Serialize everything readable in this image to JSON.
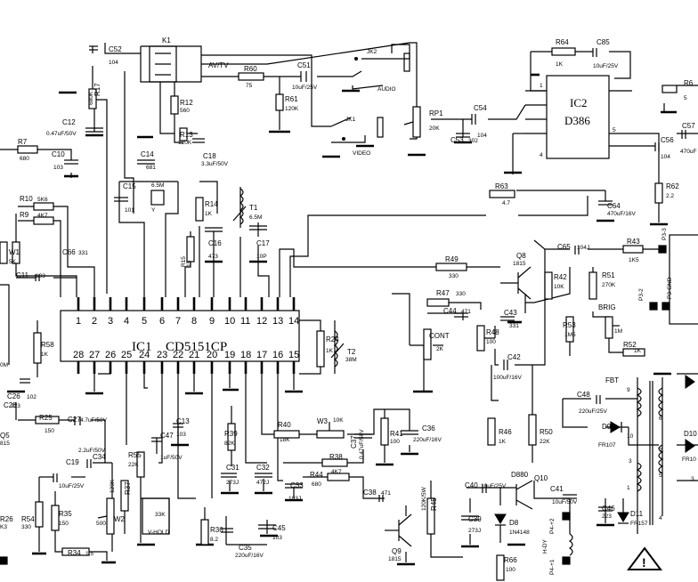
{
  "ic1": {
    "ref": "IC1",
    "part": "CD5151CP",
    "top_pins": [
      "1",
      "2",
      "3",
      "4",
      "5",
      "6",
      "7",
      "8",
      "9",
      "10",
      "11",
      "12",
      "13",
      "14"
    ],
    "bottom_pins": [
      "28",
      "27",
      "26",
      "25",
      "24",
      "23",
      "22",
      "21",
      "20",
      "19",
      "18",
      "17",
      "16",
      "15"
    ]
  },
  "ic2": {
    "ref": "IC2",
    "part": "D386",
    "pin1": "1",
    "pin4": "4",
    "pin5": "5"
  },
  "labels": {
    "K1": "K1",
    "AVTV": "AV/TV",
    "C52": "C52",
    "C52v": "104",
    "R60": "R60",
    "R60v": "75",
    "C51": "C51",
    "C51v": "10uF/25V",
    "JK2": "JK2",
    "AUDIO": "AUDIO",
    "R61": "R61",
    "R61v": "120K",
    "JK1": "JK1",
    "VIDEO": "VIDEO",
    "R17": "R17",
    "R17v": "680K",
    "C12": "C12",
    "C12v": "0.47uF/50V",
    "R12": "R12",
    "R12v": "560",
    "R13": "R13",
    "R13v": "120K",
    "C14": "C14",
    "C14v": "681",
    "C18": "C18",
    "C18v": "3.3uF/50V",
    "R7": "R7",
    "R7v": "680",
    "C10": "C10",
    "C10v": "103",
    "C15": "C15",
    "C15v": "101",
    "X65": "6.5M",
    "Y": "Y",
    "R14": "R14",
    "R14v": "1K",
    "T1": "T1",
    "T1v": "6.5M",
    "R10": "R10",
    "R10v": "5K6",
    "R9": "R9",
    "R9v": "4K7",
    "C16": "C16",
    "C16v": "473",
    "C17": "C17",
    "C17v": "10P",
    "R15": "R15",
    "R15v": "15",
    "W1": "W1",
    "W1v": "5K",
    "C66": "C66",
    "C66v": "331",
    "C11": "C11",
    "C11v": "103",
    "R58": "R58",
    "R58v": "1K",
    "R24": "R24",
    "R24v": "1K",
    "T2": "T2",
    "T2v": "38M",
    "0M": "0M",
    "C26": "C26",
    "C26v": "102",
    "C28": "C28",
    "C28v": "223",
    "R25": "R25",
    "R25v": "150",
    "C27": "C27",
    "C27v": "4.7uF/50V",
    "C13": "C13",
    "C13v": "103",
    "C34": "C34",
    "C34v": "2.2uF/50V",
    "R55": "R55",
    "R55v": "22K",
    "C47": "C47",
    "C47v": "1uF/50V",
    "Q5": "Q5",
    "Q5v": "815",
    "C19": "C19",
    "C19v": "10uF/25V",
    "R37": "R37",
    "R37v": "120K",
    "W2": "W2",
    "W2v": "500",
    "VHOLD": "V-HOLD",
    "33K": "33K",
    "R26": "R26",
    "R26v": "K3",
    "R54": "R54",
    "R54v": "330",
    "R35": "R35",
    "R35v": "150",
    "R34": "R34",
    "R34v": "1.5",
    "R36": "R36",
    "R36v": "8.2",
    "C35": "C35",
    "C35v": "220uF/16V",
    "C45": "C45",
    "C45v": "103",
    "R39": "R39",
    "R39v": "82K",
    "C31": "C31",
    "C31v": "273J",
    "C32": "C32",
    "C32v": "472J",
    "R40": "R40",
    "R40v": "18K",
    "W3": "W3",
    "W3v": "10K",
    "C37": "C37",
    "C37v": "0.47uF/50V",
    "R38": "R38",
    "R38v": "4K7",
    "R44": "R44",
    "R44v": "680",
    "C33": "C33",
    "C33v": "103J",
    "R41": "R41",
    "R41v": "100",
    "C36": "C36",
    "C36v": "220uF/16V",
    "R64": "R64",
    "R64v": "1K",
    "C85": "C85",
    "C85v": "10uF/25V",
    "RP1": "RP1",
    "RP1v": "20K",
    "C54": "C54",
    "C54v": "104",
    "C53": "C53",
    "C53v": "302",
    "R63": "R63",
    "R63v": "4.7",
    "C64": "C64",
    "C64v": "470uF/16V",
    "C56": "C56",
    "C56v": "104",
    "C57": "C57",
    "C57v": "470uF",
    "R62": "R62",
    "R62v": "2.2",
    "R6x": "R6",
    "R6xv": "5",
    "Q8": "Q8",
    "Q8v": "1815",
    "R49": "R49",
    "R49v": "330",
    "R47": "R47",
    "R47v": "330",
    "C44": "C44",
    "C44v": "471",
    "C43": "C43",
    "C43v": "331",
    "CONT": "CONT",
    "CONTv": "2K",
    "R48": "R48",
    "R48v": "100",
    "C42": "C42",
    "C42v": "100uF/16V",
    "C65": "C65",
    "C65v": "104J",
    "R43": "R43",
    "R43v": "1K5",
    "R42": "R42",
    "R42v": "10K",
    "R51": "R51",
    "R51v": "270K",
    "BRIG": "BRIG",
    "BRIGv": "1M",
    "R53": "R53",
    "R53v": "1M5",
    "R52": "R52",
    "R52v": "1K",
    "P33": "P3-3",
    "P32": "P3-2",
    "P3GND": "P3-GND",
    "FBT": "FBT",
    "C48": "C48",
    "C48v": "220uF/25V",
    "D9": "D9",
    "D9v": "FR107",
    "D10": "D10",
    "D10v": "FR10",
    "R46": "R46",
    "R46v": "1K",
    "R50": "R50",
    "R50v": "22K",
    "D880": "D880",
    "Q10": "Q10",
    "C40": "C40",
    "C40v": "10uF/25V",
    "D8": "D8",
    "D8v": "1N4148",
    "C38": "C38",
    "C38v": "471",
    "R45": "R45",
    "R45v": "120K/5W",
    "C39": "C39",
    "C39v": "273J",
    "Q9": "Q9",
    "Q9v": "1815",
    "R66": "R66",
    "R66v": "100",
    "C41": "C41",
    "C41v": "10uF/50V",
    "C46": "C46",
    "C46v": "223",
    "D11": "D11",
    "D11v": "FR157",
    "P4p2": "P4-+2",
    "P4p1": "P4-+1",
    "HDY": "H-DY",
    "n9": "9",
    "n10": "10",
    "n6": "6",
    "n7": "7",
    "n5": "5",
    "n3": "3",
    "n1": "1",
    "n4": "4",
    "n3v": "3."
  }
}
